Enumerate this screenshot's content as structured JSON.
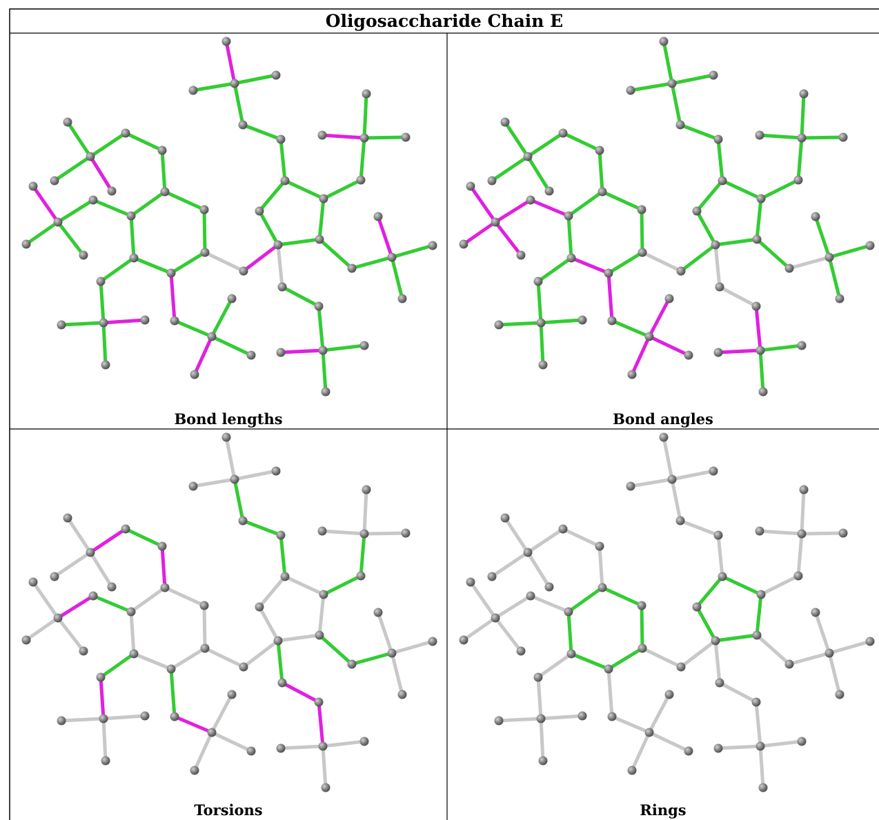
{
  "title": "Oligosaccharide Chain E",
  "colors": {
    "green": "#33cc33",
    "magenta": "#e020e0",
    "gray": "#c8c8c8",
    "atom": "#808080",
    "border": "#000000"
  },
  "panels": [
    {
      "caption": "Bond lengths",
      "highlight": "lengths"
    },
    {
      "caption": "Bond angles",
      "highlight": "angles"
    },
    {
      "caption": "Torsions",
      "highlight": "torsions"
    },
    {
      "caption": "Rings",
      "highlight": "rings"
    }
  ]
}
